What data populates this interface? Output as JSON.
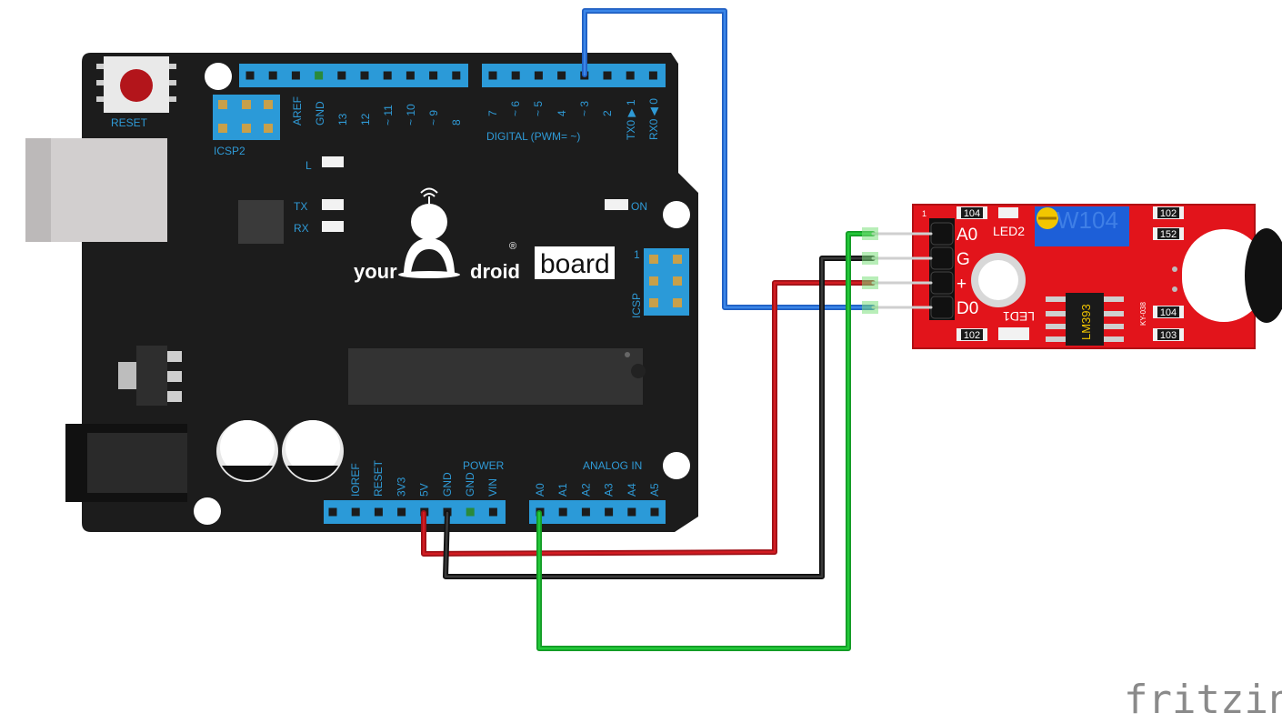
{
  "board": {
    "reset_label": "RESET",
    "icsp2_label": "ICSP2",
    "icsp_label": "ICSP",
    "icsp_pin1": "1",
    "top_header_left": [
      "AREF",
      "GND",
      "13",
      "12",
      "~ 11",
      "~ 10",
      "~ 9",
      "8"
    ],
    "top_header_right": [
      "7",
      "~ 6",
      "~ 5",
      "4",
      "~ 3",
      "2",
      "TX0 ▶ 1",
      "RX0 ◀ 0"
    ],
    "digital_label": "DIGITAL (PWM= ~)",
    "led_l": "L",
    "led_tx": "TX",
    "led_rx": "RX",
    "led_on": "ON",
    "logo_your": "your",
    "logo_droid": "droid",
    "logo_reg": "®",
    "logo_board": "board",
    "power_label": "POWER",
    "analog_label": "ANALOG IN",
    "power_pins": [
      "IOREF",
      "RESET",
      "3V3",
      "5V",
      "GND",
      "GND",
      "VIN"
    ],
    "analog_pins": [
      "A0",
      "A1",
      "A2",
      "A3",
      "A4",
      "A5"
    ]
  },
  "sensor": {
    "pins": [
      "A0",
      "G",
      "+",
      "D0"
    ],
    "pin1_marker": "1",
    "pot_label": "W104",
    "led2_label": "LED2",
    "led1_label": "LED1",
    "chip_label": "LM393",
    "model_label": "KY-038",
    "resistors": [
      "104",
      "102",
      "152",
      "104",
      "103",
      "102"
    ]
  },
  "wires": [
    {
      "from": "D3",
      "to": "D0",
      "color": "#2a6fd6"
    },
    {
      "from": "5V",
      "to": "+",
      "color": "#c4161c"
    },
    {
      "from": "GND",
      "to": "G",
      "color": "#222222"
    },
    {
      "from": "A0",
      "to": "A0",
      "color": "#1fb832"
    }
  ],
  "watermark": "fritzing"
}
